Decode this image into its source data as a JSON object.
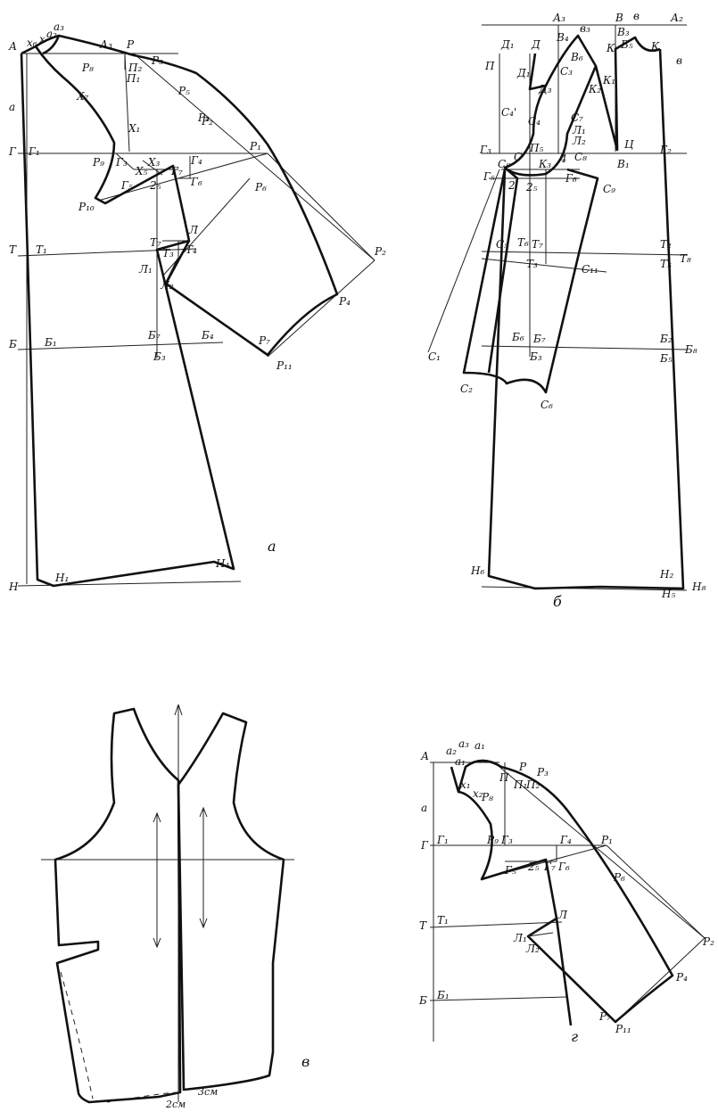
{
  "colors": {
    "ink": "#111111",
    "paper": "#ffffff"
  },
  "panels": [
    {
      "caption": "а"
    },
    {
      "caption": "б"
    },
    {
      "caption": "в"
    },
    {
      "caption": "г"
    }
  ],
  "panel_a_labels": [
    "а₃",
    "А",
    "х₆",
    "х",
    "а₂",
    "А₃",
    "Р",
    "П₂",
    "П₁",
    "Р₃",
    "Р₅",
    "Р₈",
    "Р₂",
    "Х₇",
    "а",
    "Р₄",
    "Х₁",
    "Г",
    "Г₁",
    "Р₉",
    "Г₃",
    "Х₃",
    "Х₅",
    "Г₅",
    "2₅",
    "Г₇",
    "Г₄",
    "Г₆",
    "Р₁",
    "Р₆",
    "Р₁₀",
    "Т",
    "Т₁",
    "Т₇",
    "Т₃",
    "Т₄",
    "Л",
    "Л₁",
    "Л₂",
    "Р₂",
    "Р₄",
    "Б",
    "Б₁",
    "Б₇",
    "Б₃",
    "Б₄",
    "Р₇",
    "Р₁₁",
    "Н",
    "Н₁",
    "Н₄"
  ],
  "panel_b_labels": [
    "А₃",
    "В",
    "в",
    "А₂",
    "В₄",
    "в₃",
    "В₃",
    "Д₁",
    "Д",
    "В₅",
    "К",
    "П",
    "В₆",
    "К",
    "в",
    "С₃",
    "Д₁",
    "К₂",
    "К₁",
    "Д₃",
    "С₄'",
    "С₄",
    "С₇",
    "Л₁",
    "Л₂",
    "Г₃",
    "С",
    "П₅",
    "Ц",
    "Г₂",
    "С₈",
    "К₃",
    "4",
    "С₈",
    "В₁",
    "Г₅",
    "2",
    "2₅",
    "Г₆",
    "С₉",
    "С₅",
    "Т₆",
    "Т₇",
    "Т₂",
    "Т₈",
    "Т₃",
    "С₁₁",
    "Т₅",
    "Б₆",
    "Б₇",
    "Б₂",
    "Б₈",
    "Б₃",
    "Б₅",
    "С₁",
    "С₂",
    "С₆",
    "Н₆",
    "Н₂",
    "Н₈",
    "Н₅"
  ],
  "panel_c_notes": {
    "left": "2см",
    "right": "3см"
  },
  "panel_d_labels": [
    "а₃",
    "а₂",
    "а₁",
    "А",
    "а₁",
    "Р",
    "Р₃",
    "П",
    "П₁",
    "П₂",
    "х₁",
    "х₂",
    "Р₈",
    "а",
    "Г",
    "Г₁",
    "Р₉",
    "Г₃",
    "Г₄",
    "Р₁",
    "Г₅",
    "2₅",
    "Г₇",
    "Г₆",
    "Р₆",
    "Т",
    "Т₁",
    "Л",
    "Л₁",
    "Л₂",
    "Р₂",
    "Б",
    "Б₁",
    "Р₄",
    "Р₇",
    "Р₁₁"
  ]
}
